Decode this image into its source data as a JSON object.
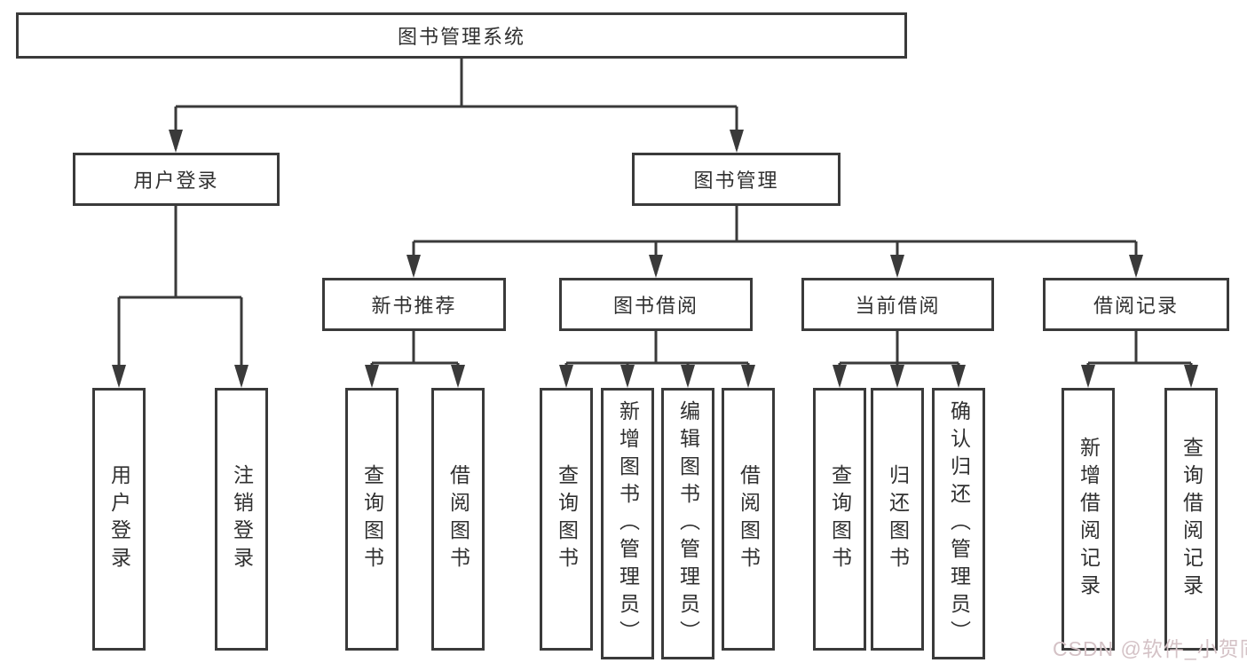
{
  "colors": {
    "line": "#3a3a3a",
    "text": "#303030",
    "watermark": "#d4c2c6",
    "bg": "#ffffff"
  },
  "watermark": "CSDN @软件_小贺同学",
  "nodes": {
    "root": "图书管理系统",
    "user_login": "用户登录",
    "book_mgmt": "图书管理",
    "new_book_rec": "新书推荐",
    "book_borrow": "图书借阅",
    "current_borrow": "当前借阅",
    "borrow_records": "借阅记录",
    "leaf_user_login": "用户登录",
    "leaf_logout": "注销登录",
    "leaf_nb_query": "查询图书",
    "leaf_nb_borrow": "借阅图书",
    "leaf_bb_query": "查询图书",
    "leaf_bb_add": "新增图书（管理员）",
    "leaf_bb_edit": "编辑图书（管理员）",
    "leaf_bb_borrow": "借阅图书",
    "leaf_cb_query": "查询图书",
    "leaf_cb_return": "归还图书",
    "leaf_cb_confirm": "确认归还（管理员）",
    "leaf_br_add": "新增借阅记录",
    "leaf_br_query": "查询借阅记录"
  }
}
